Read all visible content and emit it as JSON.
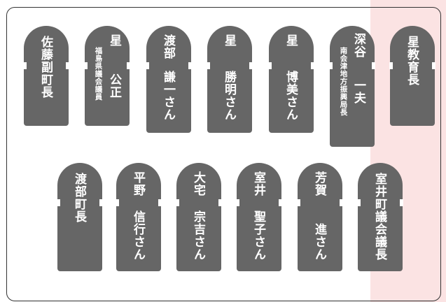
{
  "colors": {
    "marker": "#666666",
    "text": "#ffffff",
    "highlight": "#fbe3e3",
    "frame": "#333333"
  },
  "row1": [
    {
      "lines": [
        "佐藤副町長"
      ]
    },
    {
      "lines": [
        "星",
        "公正"
      ],
      "sub": "福島県議会議員"
    },
    {
      "lines": [
        "渡部",
        "謙一さん"
      ]
    },
    {
      "lines": [
        "星",
        "勝明さん"
      ]
    },
    {
      "lines": [
        "星",
        "博美さん"
      ]
    },
    {
      "lines": [
        "深谷",
        "一夫"
      ],
      "sub": "南会津地方振興局長"
    },
    {
      "lines": [
        "星教育長"
      ]
    }
  ],
  "row2": [
    {
      "lines": [
        "渡部町長"
      ]
    },
    {
      "lines": [
        "平野",
        "信行さん"
      ]
    },
    {
      "lines": [
        "大宅",
        "宗吉さん"
      ]
    },
    {
      "lines": [
        "室井",
        "聖子さん"
      ]
    },
    {
      "lines": [
        "芳賀",
        "進さん"
      ]
    },
    {
      "lines": [
        "室井町議会議長"
      ]
    }
  ]
}
